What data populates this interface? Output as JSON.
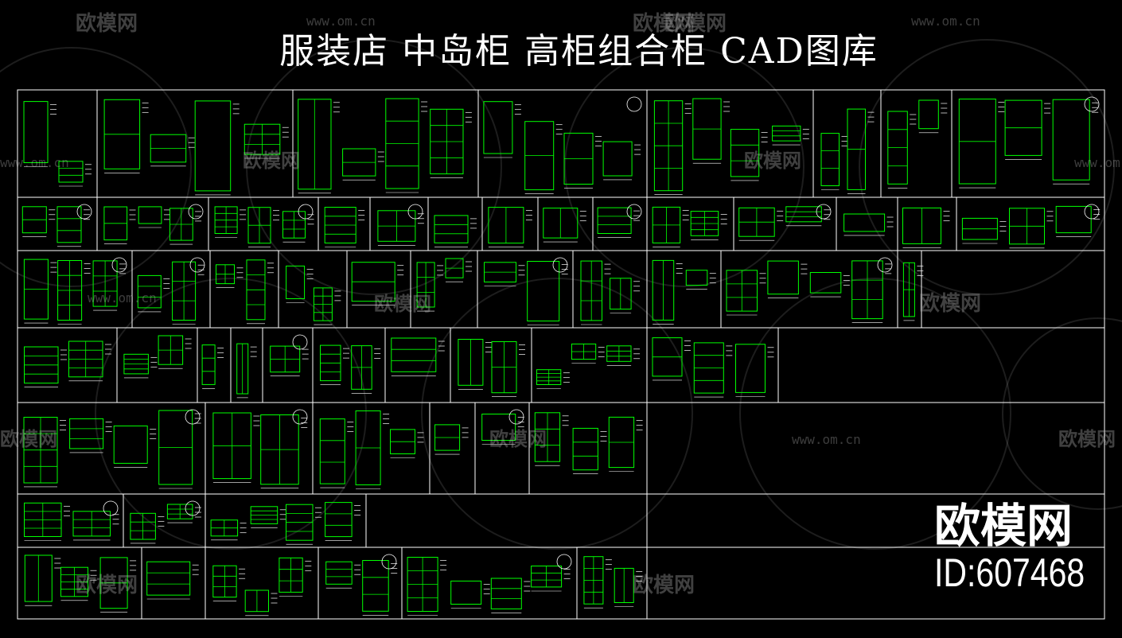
{
  "sheet": {
    "title": "服装店 中岛柜 高柜组合柜 CAD图库"
  },
  "watermark": {
    "brand": "欧模网",
    "url": "www.om.cn"
  },
  "logo": {
    "brand": "欧模网",
    "id_text": "ID:607468"
  },
  "colors": {
    "background": "#000000",
    "frame": "#ffffff",
    "linework": "#00ff00"
  }
}
